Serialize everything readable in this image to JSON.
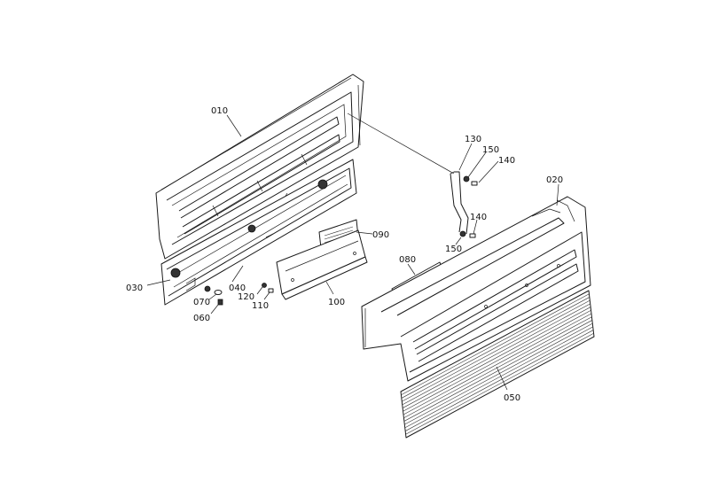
{
  "colors": {
    "line": "#1a1a1a",
    "background": "#ffffff"
  },
  "callouts": [
    {
      "id": "010",
      "label": "010"
    },
    {
      "id": "020",
      "label": "020"
    },
    {
      "id": "030",
      "label": "030"
    },
    {
      "id": "040",
      "label": "040"
    },
    {
      "id": "050",
      "label": "050"
    },
    {
      "id": "060",
      "label": "060"
    },
    {
      "id": "070",
      "label": "070"
    },
    {
      "id": "080",
      "label": "080"
    },
    {
      "id": "090",
      "label": "090"
    },
    {
      "id": "100",
      "label": "100"
    },
    {
      "id": "110",
      "label": "110"
    },
    {
      "id": "120",
      "label": "120"
    },
    {
      "id": "130",
      "label": "130"
    },
    {
      "id": "140a",
      "label": "140"
    },
    {
      "id": "140b",
      "label": "140"
    },
    {
      "id": "150a",
      "label": "150"
    },
    {
      "id": "150b",
      "label": "150"
    }
  ]
}
